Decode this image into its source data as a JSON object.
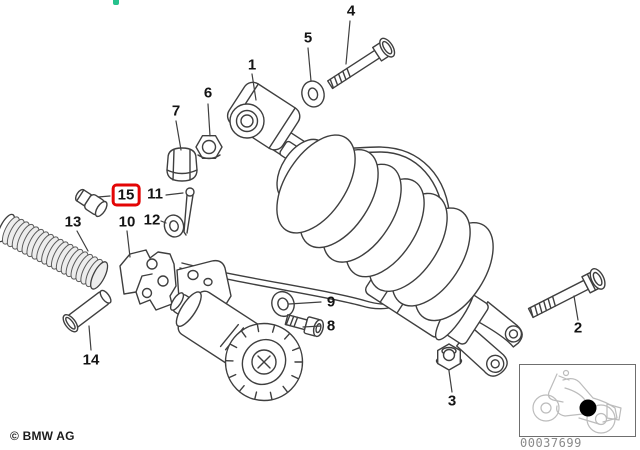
{
  "diagram": {
    "line_color": "#3f3f3f",
    "background": "#ffffff"
  },
  "callouts": [
    {
      "label": "1",
      "highlighted": false
    },
    {
      "label": "2",
      "highlighted": false
    },
    {
      "label": "3",
      "highlighted": false
    },
    {
      "label": "4",
      "highlighted": false
    },
    {
      "label": "5",
      "highlighted": false
    },
    {
      "label": "6",
      "highlighted": false
    },
    {
      "label": "7",
      "highlighted": false
    },
    {
      "label": "8",
      "highlighted": false
    },
    {
      "label": "9",
      "highlighted": false
    },
    {
      "label": "10",
      "highlighted": false
    },
    {
      "label": "11",
      "highlighted": false
    },
    {
      "label": "12",
      "highlighted": false
    },
    {
      "label": "13",
      "highlighted": false
    },
    {
      "label": "14",
      "highlighted": false
    },
    {
      "label": "15",
      "highlighted": true
    }
  ],
  "highlight": {
    "part": "15",
    "color": "#e30505"
  },
  "footer": {
    "copyright": "© BMW AG"
  },
  "thumbnail": {
    "diagram_number": "00037699",
    "icon": "motorcycle",
    "marker_color": "#000000"
  },
  "artifact": {
    "color": "#26c18c"
  }
}
